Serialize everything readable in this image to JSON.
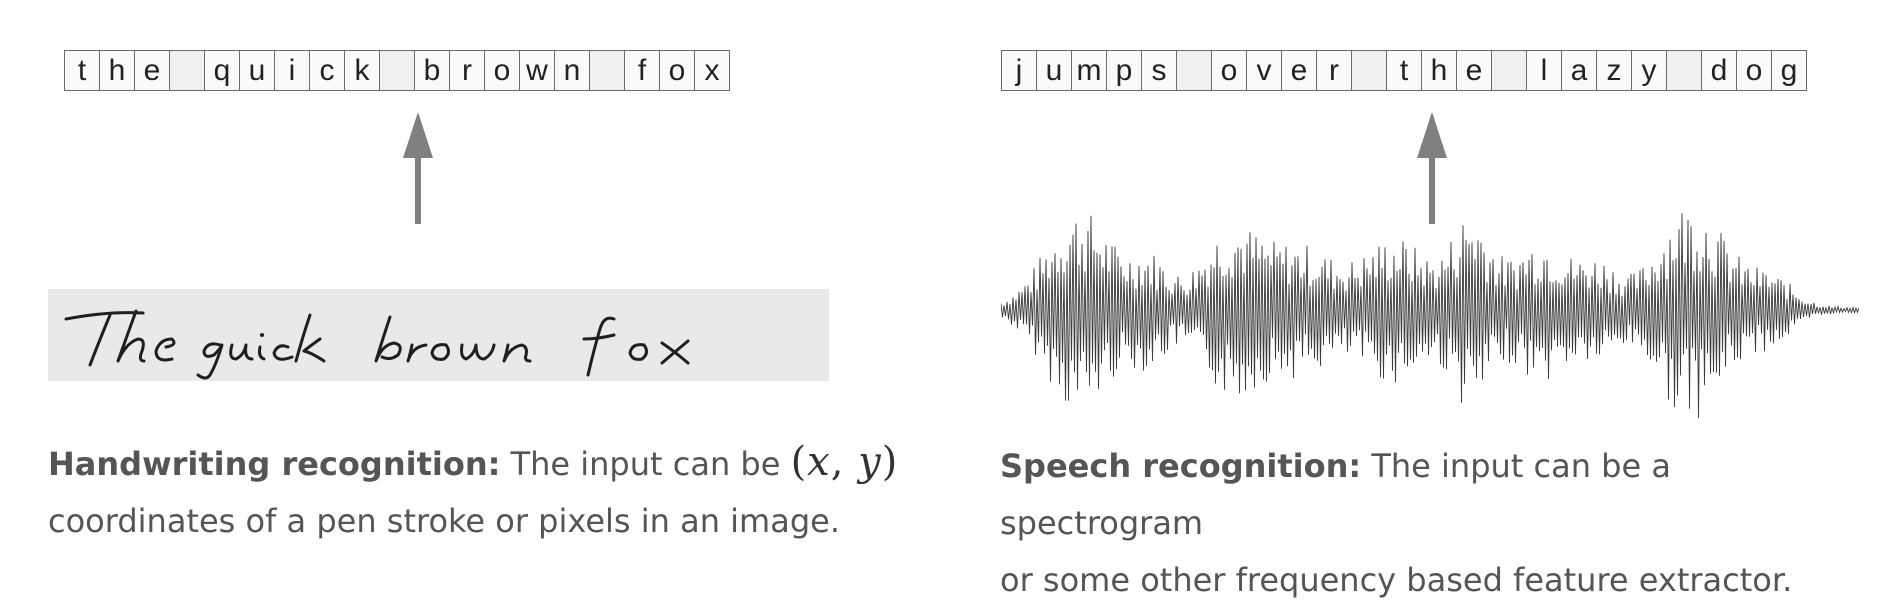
{
  "left": {
    "characters": [
      "t",
      "h",
      "e",
      " ",
      "q",
      "u",
      "i",
      "c",
      "k",
      " ",
      "b",
      "r",
      "o",
      "w",
      "n",
      " ",
      "f",
      "o",
      "x"
    ],
    "handwriting_image": "The quick brown fox",
    "caption": {
      "title": "Handwriting recognition:",
      "text_before_math": " The input can be ",
      "math_open": "(",
      "math_x": "x",
      "math_sep": ", ",
      "math_y": "y",
      "math_close": ")",
      "text_after_math": "coordinates of a pen stroke or pixels in an image."
    }
  },
  "right": {
    "characters": [
      "j",
      "u",
      "m",
      "p",
      "s",
      " ",
      "o",
      "v",
      "e",
      "r",
      " ",
      "t",
      "h",
      "e",
      " ",
      "l",
      "a",
      "z",
      "y",
      " ",
      "d",
      "o",
      "g"
    ],
    "input_image": "waveform",
    "caption": {
      "title": "Speech recognition:",
      "text": " The input can be a spectrogram",
      "text_line2": "or some other frequency based feature extractor."
    }
  },
  "colors": {
    "arrow": "#808080",
    "box_border": "#6b6b6b",
    "handwriting_bg": "#e9e9e9",
    "waveform": "#3a3a3a"
  },
  "icons": {
    "arrow": "arrow-up-icon"
  }
}
